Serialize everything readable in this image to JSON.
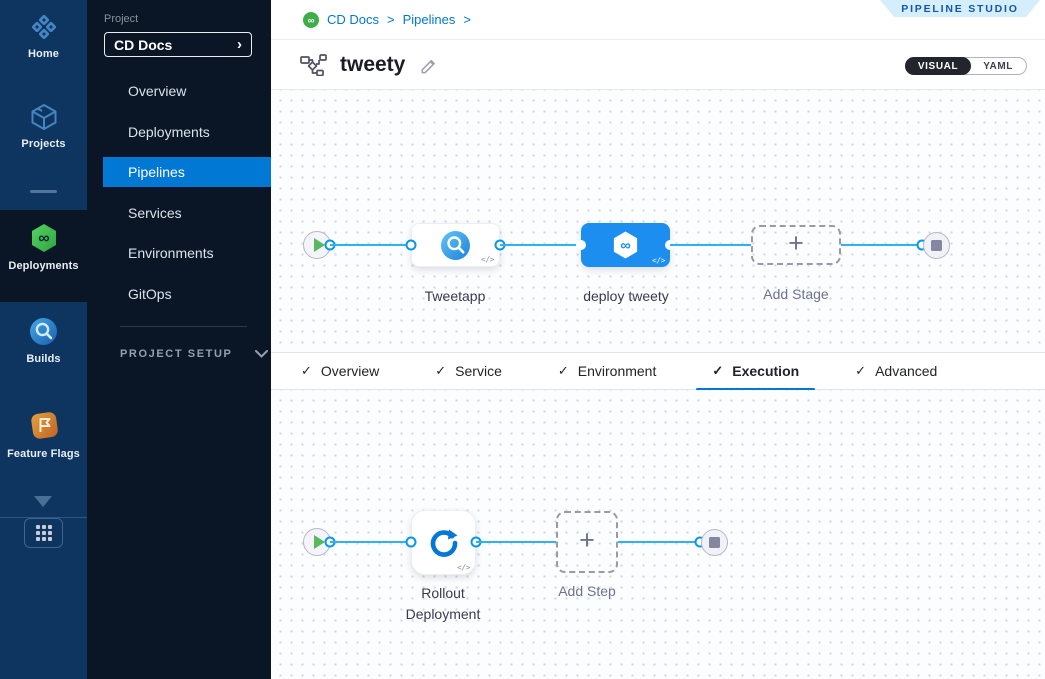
{
  "glyphs": {
    "infinity": "∞",
    "plus": "+",
    "code": "</>",
    "check": "✓",
    "chevron_right": "›",
    "breadcrumb_sep": ">"
  },
  "colors": {
    "primary": "#0278d5",
    "stage_blue": "#1b8ef0",
    "connector": "#2eb2f2",
    "module_green": "#3fae4a",
    "rail_bg": "#0d3560",
    "sidebar_bg": "#0a1626"
  },
  "nav_rail": {
    "modules": [
      "Home",
      "Projects",
      "Deployments",
      "Builds",
      "Feature Flags"
    ],
    "active_module": "Deployments"
  },
  "sidebar": {
    "project_label": "Project",
    "project_name": "CD Docs",
    "items": [
      "Overview",
      "Deployments",
      "Pipelines",
      "Services",
      "Environments",
      "GitOps"
    ],
    "selected_item": "Pipelines",
    "section_label": "PROJECT SETUP"
  },
  "header": {
    "breadcrumb": [
      "CD Docs",
      "Pipelines"
    ],
    "studio_badge": "PIPELINE STUDIO",
    "pipeline_name": "tweety",
    "toggle": {
      "visual": "VISUAL",
      "yaml": "YAML",
      "selected": "VISUAL"
    }
  },
  "stage_canvas": {
    "stages": [
      "Tweetapp",
      "deploy tweety"
    ],
    "selected_stage": "deploy tweety",
    "add_stage_label": "Add Stage"
  },
  "tabs": {
    "items": [
      "Overview",
      "Service",
      "Environment",
      "Execution",
      "Advanced"
    ],
    "active": "Execution"
  },
  "execution_canvas": {
    "step_name": "Rollout Deployment",
    "add_step_label": "Add Step"
  }
}
